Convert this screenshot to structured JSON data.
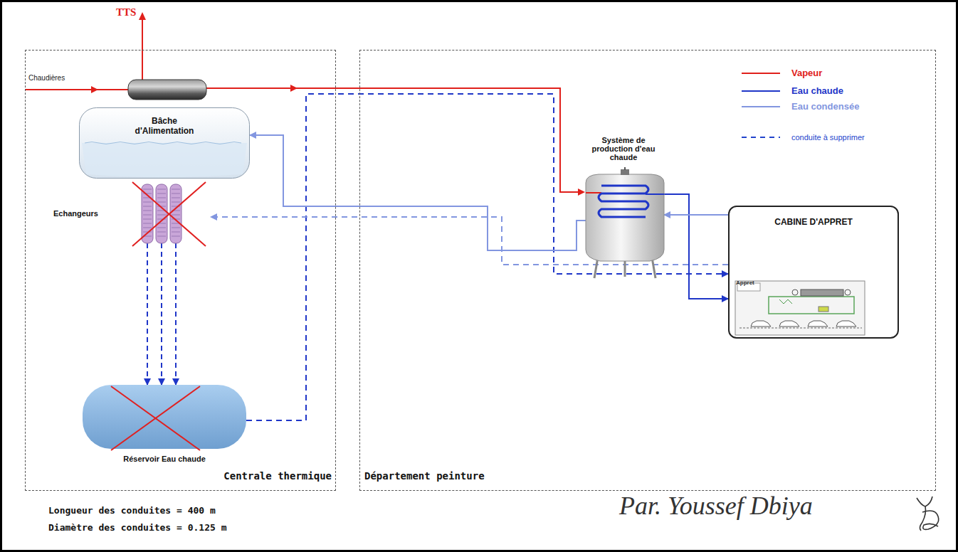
{
  "diagram": {
    "nodes": [
      {
        "text": [
          "Centrale thermique"
        ]
      },
      {
        "text": [
          "Bâche d'Alimentation"
        ],
        "in": 0
      },
      {
        "text": [
          "Echangeurs"
        ],
        "in": 0
      },
      {
        "text": [
          "Réservoir Eau chaude"
        ],
        "in": 0
      },
      {
        "text": [
          "Département peinture"
        ]
      },
      {
        "text": [
          "Système de production d'eau chaude"
        ],
        "in": 4
      },
      {
        "text": [
          "CABINE D'APPRET"
        ],
        "in": 4
      }
    ],
    "edges": [
      {
        "from": 2,
        "to": 3,
        "arrow": "to"
      },
      {
        "from": 2,
        "to": 3,
        "arrow": "to"
      },
      {
        "from": 2,
        "to": 3,
        "arrow": "to"
      },
      {
        "from": 3,
        "to": 6,
        "arrow": "to"
      },
      {
        "from": 5,
        "to": 6,
        "arrow": "to"
      },
      {
        "from": 6,
        "to": 5,
        "arrow": "to"
      },
      {
        "from": 5,
        "to": 1,
        "arrow": "to"
      },
      {
        "from": 6,
        "to": 2,
        "arrow": "to"
      }
    ],
    "labels": [
      "TTS",
      "Chaudières",
      "Longueur des conduites = 400 m",
      "Diamètre des conduites = 0.125 m",
      "Par. Youssef Dbiya",
      "Appret"
    ],
    "legend": [
      {
        "text": "Vapeur"
      },
      {
        "text": "Eau chaude"
      },
      {
        "text": "Eau condensée"
      },
      {
        "text": "conduite à supprimer"
      }
    ]
  }
}
